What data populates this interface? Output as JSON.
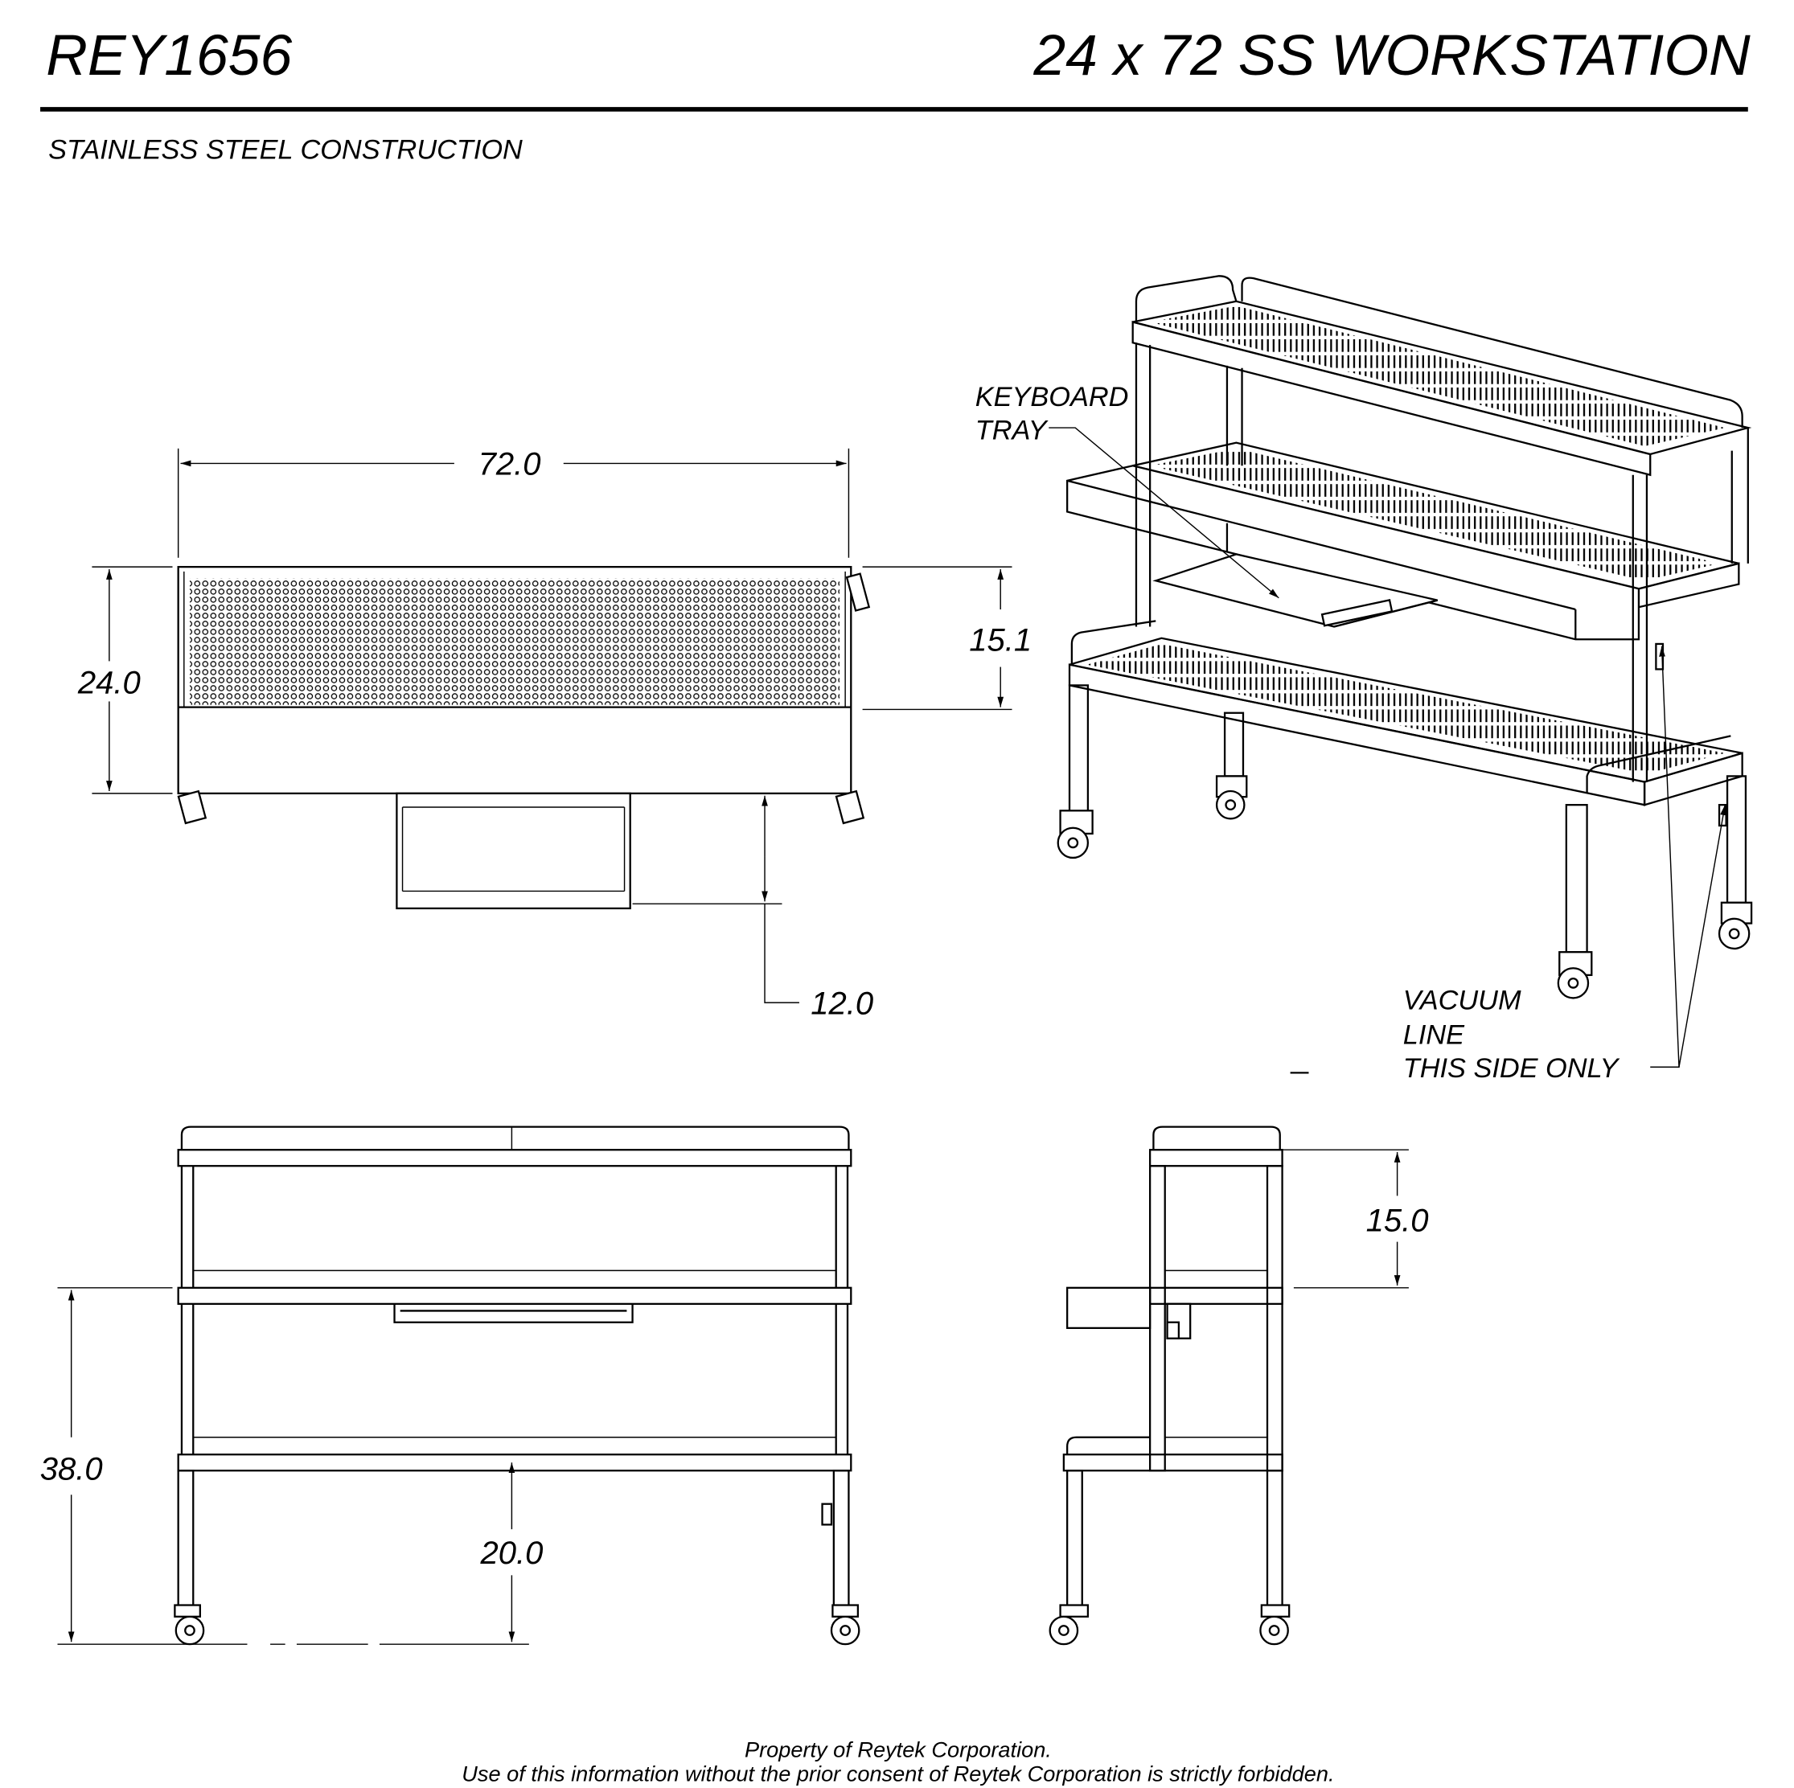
{
  "header": {
    "part_number": "REY1656",
    "title": "24 x 72 SS WORKSTATION",
    "subtitle": "STAINLESS STEEL CONSTRUCTION"
  },
  "top_view": {
    "dim_width": "72.0",
    "dim_depth": "24.0",
    "dim_shelf_depth": "15.1",
    "dim_tray_depth": "12.0"
  },
  "front_view": {
    "dim_work_height": "38.0",
    "dim_bottom_shelf_height": "20.0"
  },
  "side_view": {
    "dim_upper_shelf_spacing": "15.0"
  },
  "iso_view": {
    "keyboard_label_line1": "KEYBOARD",
    "keyboard_label_line2": "TRAY",
    "vacuum_label_line1": "VACUUM",
    "vacuum_label_line2": "LINE",
    "vacuum_label_line3": "THIS SIDE ONLY"
  },
  "footer": {
    "line1": "Property of Reytek Corporation.",
    "line2": "Use of this information without the prior consent of Reytek Corporation is strictly forbidden."
  }
}
